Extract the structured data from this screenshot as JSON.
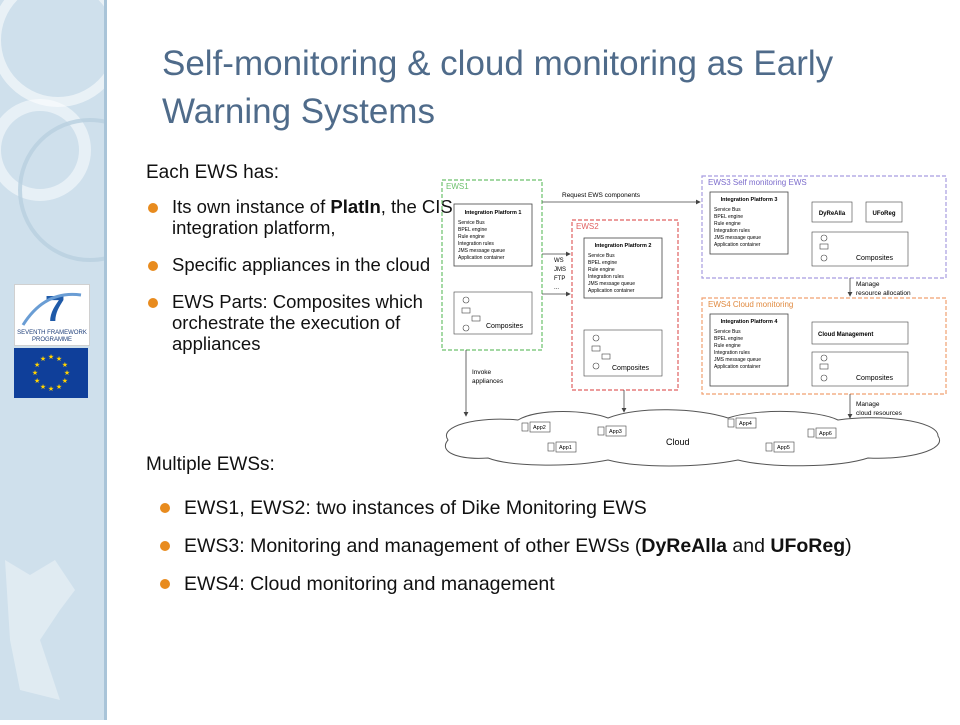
{
  "title": "Self-monitoring & cloud monitoring as Early Warning Systems",
  "intro": "Each EWS has:",
  "left_bullets": [
    {
      "pre": "Its own instance of ",
      "bold": "PlatIn",
      "post": ", the CIS integration platform,"
    },
    {
      "pre": "Specific appliances in the cloud",
      "bold": "",
      "post": ""
    },
    {
      "pre": "EWS Parts: Composites which orchestrate the execution of appliances",
      "bold": "",
      "post": ""
    }
  ],
  "multiple_label": "Multiple EWSs:",
  "bottom_bullets": [
    {
      "text": "EWS1, EWS2: two instances of Dike Monitoring EWS"
    },
    {
      "pre": "EWS3: Monitoring and management of other EWSs (",
      "bold1": "DyReAlla",
      "mid": " and ",
      "bold2": "UFoReg",
      "post": ")"
    },
    {
      "text": "EWS4: Cloud monitoring and management"
    }
  ],
  "logos": {
    "fp7_line1": "SEVENTH FRAMEWORK",
    "fp7_line2": "PROGRAMME"
  },
  "diagram": {
    "ews1": "EWS1",
    "ews2": "EWS2",
    "ews3": "EWS3 Self monitoring EWS",
    "ews4": "EWS4 Cloud monitoring",
    "request": "Request EWS components",
    "ip1": "Integration Platform 1",
    "ip2": "Integration Platform 2",
    "ip3": "Integration Platform 3",
    "ip4": "Integration Platform 4",
    "ip_items": [
      "Service Bus",
      "BPEL engine",
      "Rule engine",
      "Integration rules",
      "JMS message queue",
      "Application container"
    ],
    "protocols": [
      "WS",
      "JMS",
      "FTP",
      "..."
    ],
    "composites": "Composites",
    "dyrealla": "DyReAlla",
    "uforeg": "UFoReg",
    "manage_alloc_1": "Manage",
    "manage_alloc_2": "resource allocation",
    "cloud_mgmt": "Cloud Management",
    "invoke_1": "Invoke",
    "invoke_2": "appliances",
    "manage_cloud_1": "Manage",
    "manage_cloud_2": "cloud resources",
    "cloud": "Cloud",
    "apps": [
      "App2",
      "App3",
      "App1",
      "App4",
      "App5",
      "App6"
    ]
  },
  "colors": {
    "title": "#4f6b8a",
    "bullet": "#e88b1e",
    "sidebar": "#cfe0ec",
    "ews1": "#6cc06c",
    "ews2": "#e06060",
    "ews3": "#a89ce0",
    "ews4": "#f0a070"
  }
}
